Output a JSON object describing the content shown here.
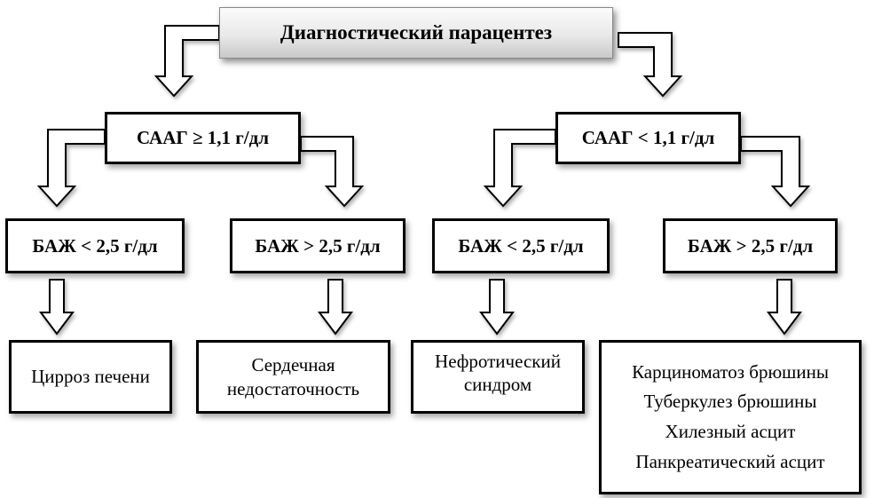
{
  "root": {
    "label": "Диагностический парацентез"
  },
  "branches": {
    "left": {
      "label": "СААГ ≥ 1,1 г/дл",
      "low": {
        "label": "БАЖ < 2,5 г/дл",
        "outcome": [
          "Цирроз печени"
        ]
      },
      "high": {
        "label": "БАЖ > 2,5 г/дл",
        "outcome": [
          "Сердечная",
          "недостаточность"
        ]
      }
    },
    "right": {
      "label": "СААГ < 1,1 г/дл",
      "low": {
        "label": "БАЖ < 2,5 г/дл",
        "outcome": [
          "Нефротический",
          "синдром"
        ]
      },
      "high": {
        "label": "БАЖ > 2,5 г/дл",
        "outcome": [
          "Карциноматоз брюшины",
          "Туберкулез брюшины",
          "Хилезный асцит",
          "Панкреатический асцит"
        ]
      }
    }
  }
}
